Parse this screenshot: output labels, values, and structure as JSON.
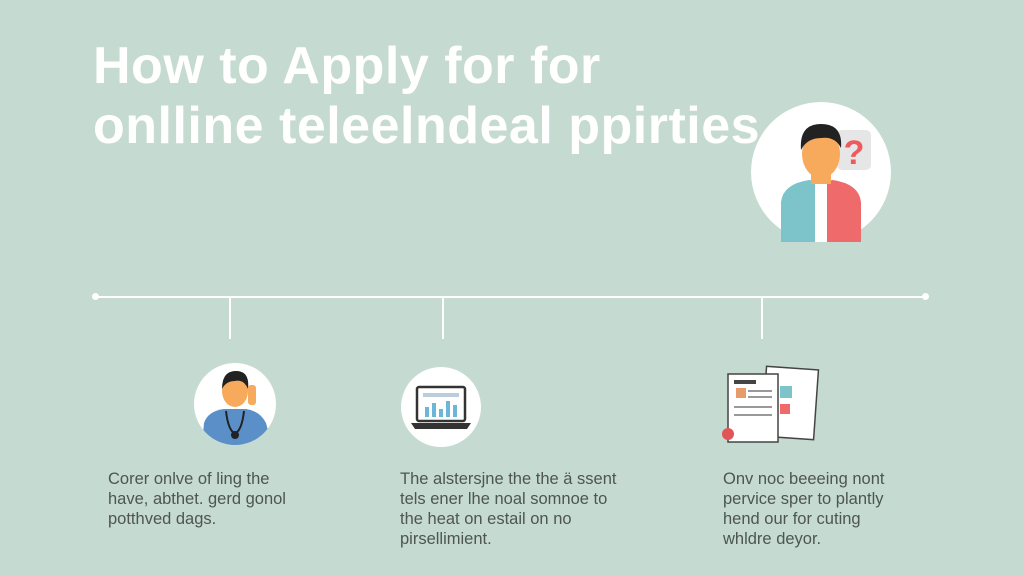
{
  "title": {
    "line1": "How to Apply for for",
    "line2": "onlline teleelndeal ppirties"
  },
  "colors": {
    "background": "#c5dad0",
    "accent_red": "#ef6a6a",
    "accent_teal": "#7cc4c9",
    "skin": "#f7a95c"
  },
  "hero_icon": "person-question-icon",
  "steps": [
    {
      "icon": "doctor-phone-icon",
      "lines": [
        "Corer onlve of ling the",
        "have, abthet. gerd gonol",
        "potthved dags."
      ]
    },
    {
      "icon": "laptop-chart-icon",
      "lines": [
        "The alstersjne the the ä ssent",
        "tels ener lhe noal somnoe to",
        "the heat on estail on no",
        "pirsellimient."
      ]
    },
    {
      "icon": "documents-icon",
      "lines": [
        "Onv noc beeeing nont",
        "pervice sper to plantly",
        "hend our for cuting",
        "whldre deyor."
      ]
    }
  ]
}
